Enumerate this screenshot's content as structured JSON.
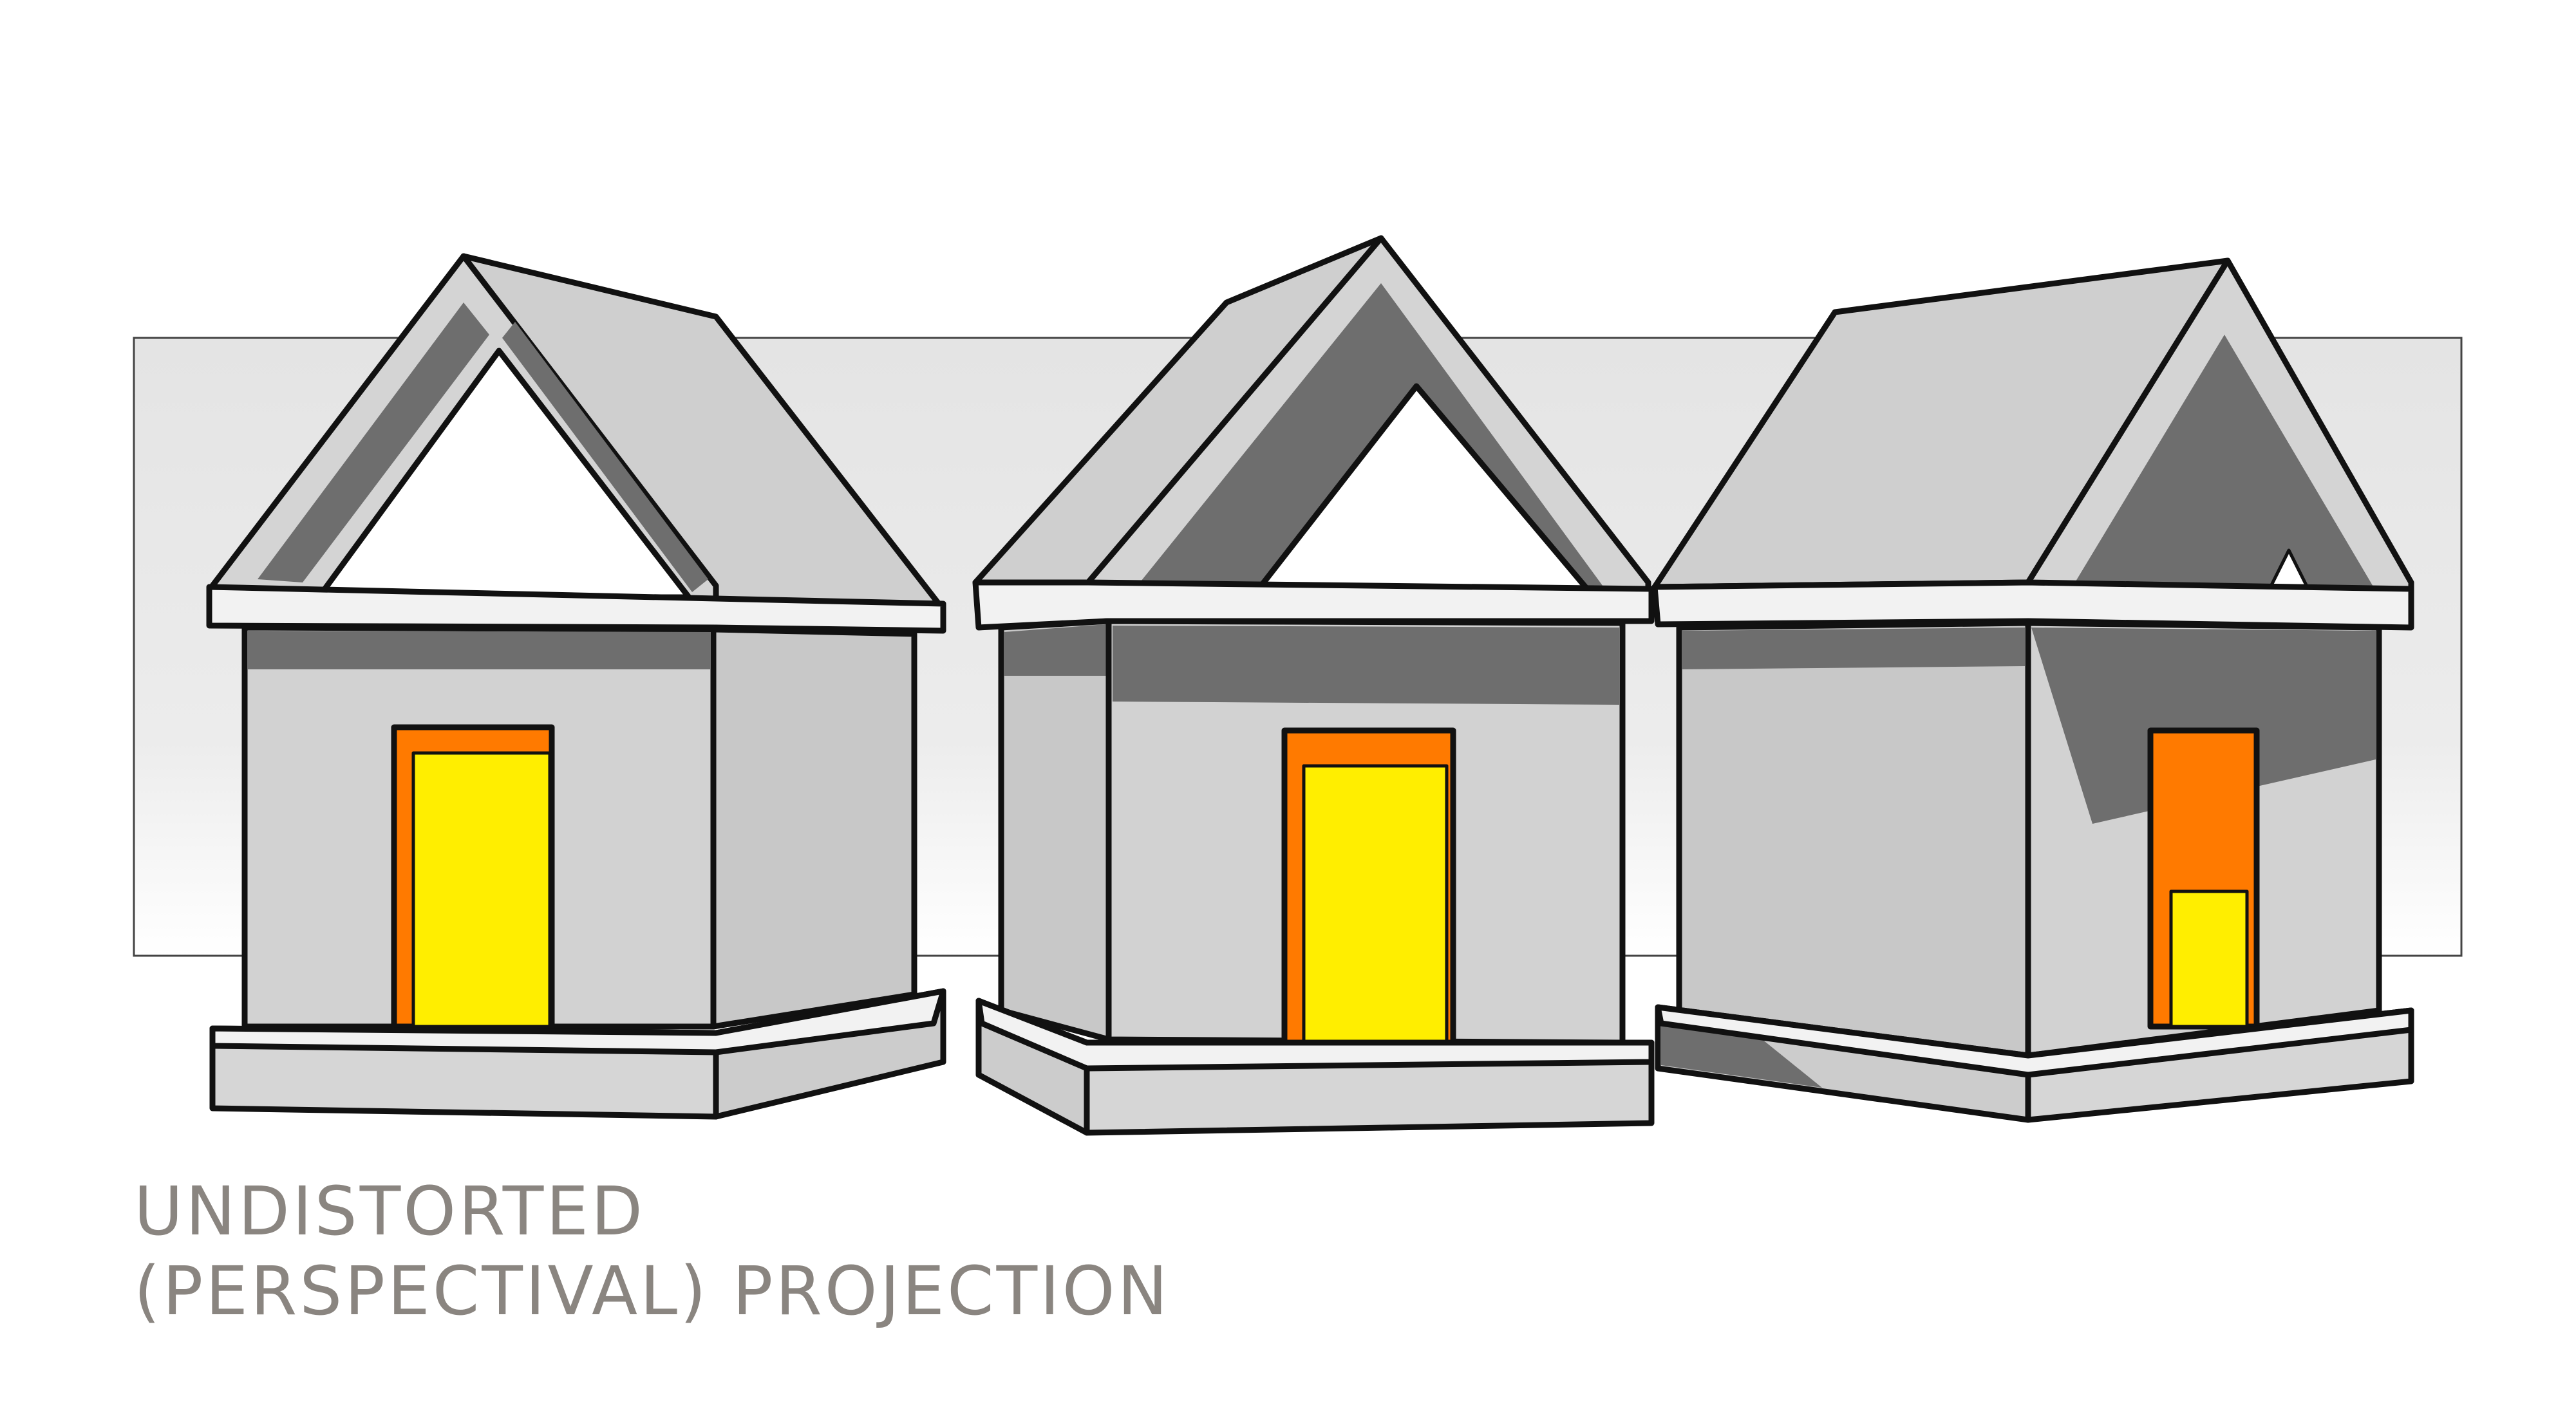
{
  "caption": {
    "line1": "UNDISTORTED",
    "line2": "(PERSPECTIVAL) PROJECTION"
  },
  "colors": {
    "backdrop": "#e6e6e6",
    "wall": "#d2d2d2",
    "shadow": "#6e6e6e",
    "trim": "#f2f2f2",
    "outline": "#111111",
    "door_orange": "#ff7a00",
    "door_yellow": "#ffee00",
    "caption": "#8a8580"
  },
  "houses": [
    {
      "name": "house-left",
      "view": "frontal, seen slightly from the left"
    },
    {
      "name": "house-center",
      "view": "frontal, seen from the front"
    },
    {
      "name": "house-right",
      "view": "rotated, seen from the right"
    }
  ]
}
